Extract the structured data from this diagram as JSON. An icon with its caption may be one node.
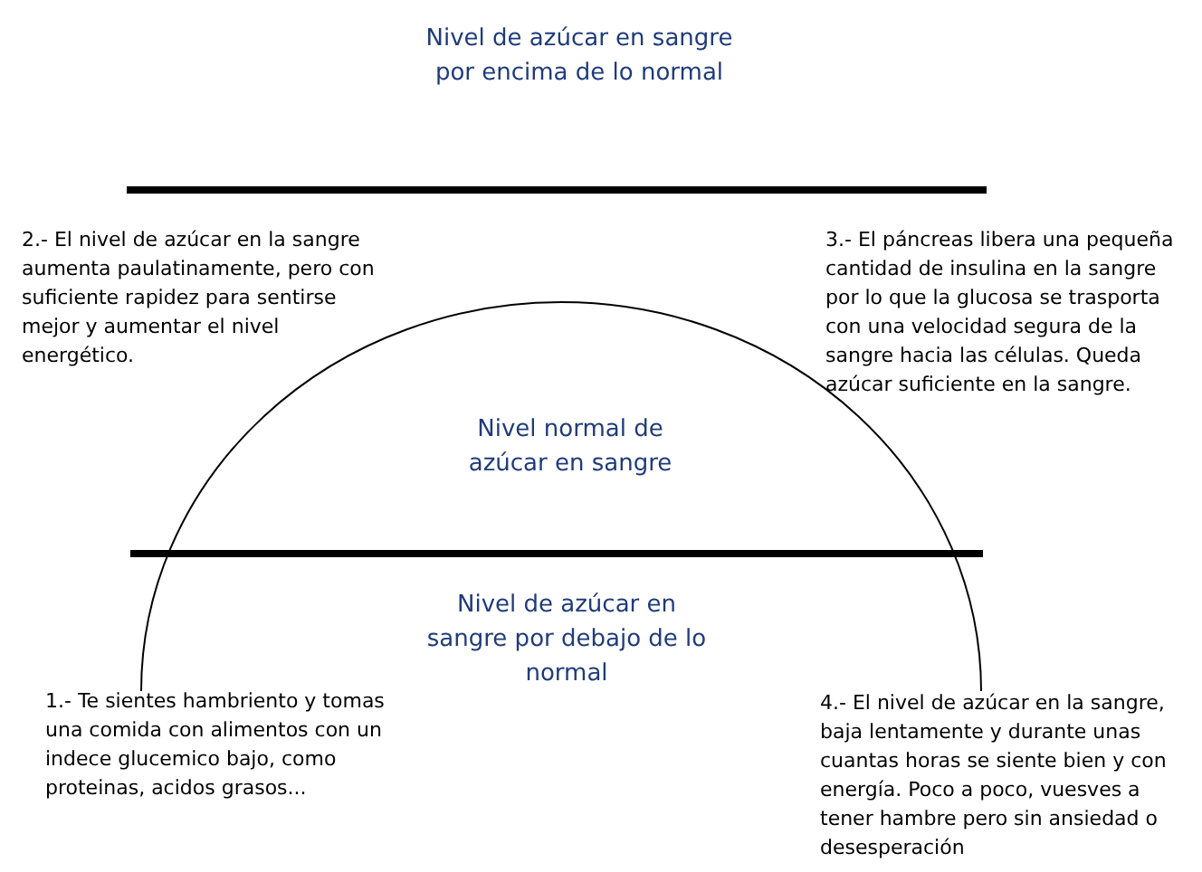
{
  "diagram": {
    "labels": [
      "Nivel de azúcar en sangre por encima de lo normal",
      "2.- El nivel de azúcar en la sangre aumenta paulatinamente, pero con suficiente rapidez para sentirse mejor y aumentar el nivel energético.",
      "3.- El páncreas libera una pequeña cantidad de insulina en la sangre por lo que la glucosa se trasporta con una velocidad segura de la sangre hacia las células. Queda azúcar suficiente en la sangre.",
      "Nivel normal de azúcar en sangre",
      "Nivel de azúcar en sangre por debajo de lo normal",
      "1.- Te sientes hambriento y tomas una comida con alimentos con un indece glucemico bajo, como proteinas, acidos grasos...",
      "4.- El nivel de azúcar en la sangre, baja lentamente y durante unas cuantas horas se siente bien y con energía. Poco a poco, vuesves a tener hambre pero sin ansiedad o desesperación"
    ]
  }
}
